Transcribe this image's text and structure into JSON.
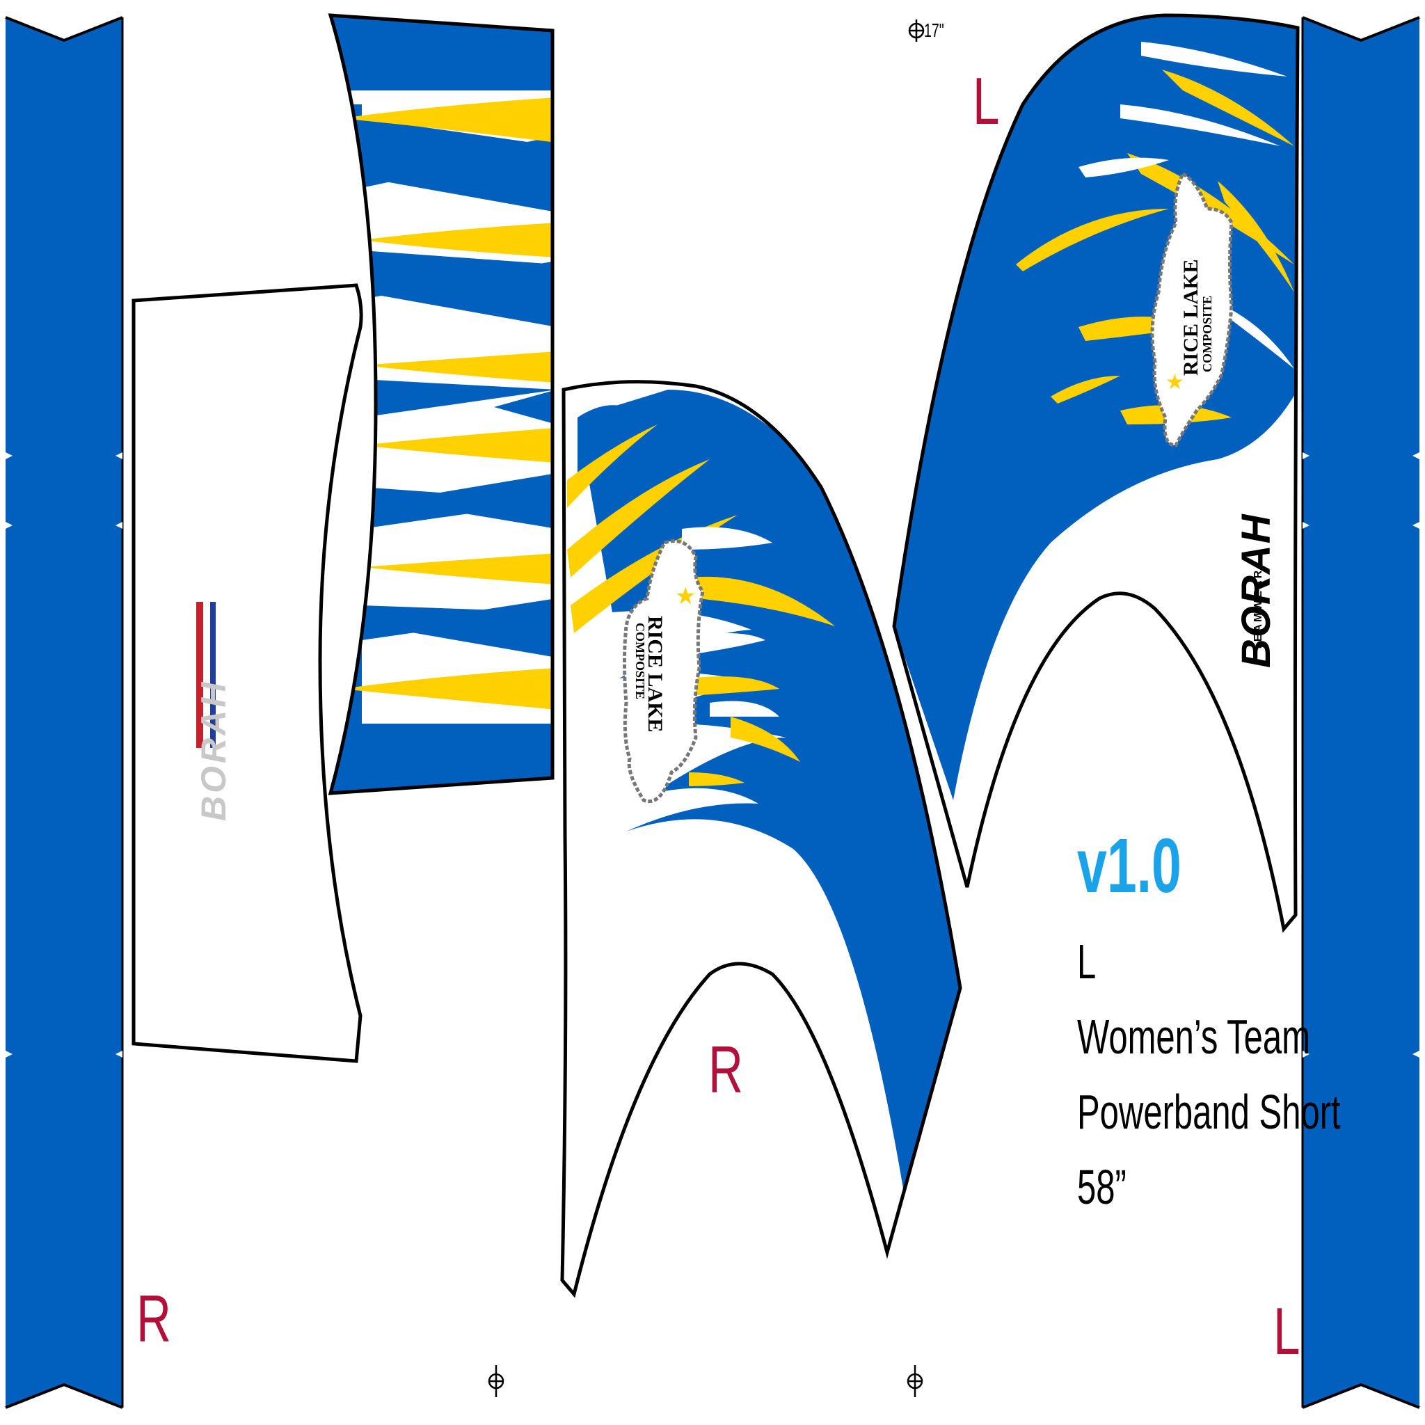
{
  "colors": {
    "royal_blue": "#0160be",
    "gold": "#ffd100",
    "version_blue": "#1aa3e8",
    "side_letter_red": "#b0103a",
    "outline": "#000000"
  },
  "registration_mark_label": "17\"",
  "side_labels": {
    "left_bottom": "R",
    "right_top": "L",
    "center_piece": "R",
    "right_bottom": "L"
  },
  "spec": {
    "version": "v1.0",
    "size": "L",
    "product_line1": "Women’s Team",
    "product_line2": "Powerband Short",
    "width": "58”"
  },
  "brand": {
    "wordmark": "BORAH",
    "sub_wordmark": "TEAMWEAR",
    "panel_wordmark": "BORAH"
  },
  "team_logo": {
    "line1": "RICE LAKE",
    "line2": "COMPOSITE",
    "icon": "star-icon"
  }
}
